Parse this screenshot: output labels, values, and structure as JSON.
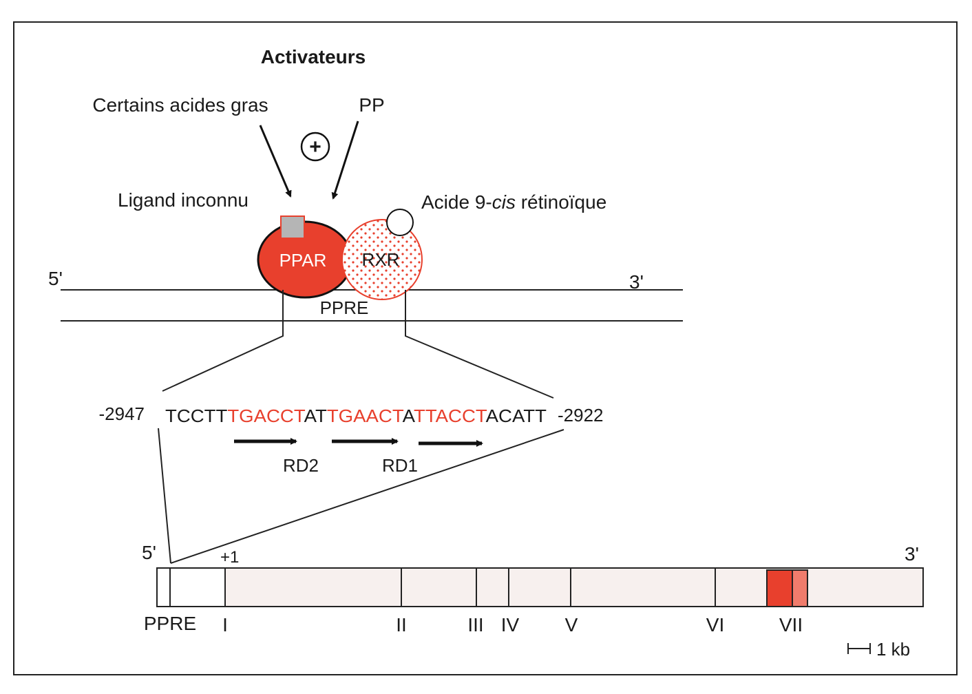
{
  "title": "Activateurs",
  "activators": {
    "fatty_acids": "Certains acides gras",
    "pp": "PP",
    "plus": "+"
  },
  "ligands": {
    "unknown": "Ligand inconnu",
    "retinoic_prefix": "Acide 9-",
    "retinoic_italic": "cis",
    "retinoic_suffix": " rétinoïque"
  },
  "receptors": {
    "ppar": "PPAR",
    "rxr": "RXR"
  },
  "dna": {
    "five_prime": "5'",
    "three_prime": "3'",
    "element": "PPRE"
  },
  "sequence": {
    "start_pos": "-2947",
    "end_pos": "-2922",
    "segments": [
      {
        "text": "TCCTT",
        "highlight": false
      },
      {
        "text": "TGACCT",
        "highlight": true
      },
      {
        "text": "AT",
        "highlight": false
      },
      {
        "text": "TGAACT",
        "highlight": true
      },
      {
        "text": "A",
        "highlight": false
      },
      {
        "text": "TTACCT",
        "highlight": true
      },
      {
        "text": "ACATT",
        "highlight": false
      }
    ],
    "repeat_labels": [
      "RD2",
      "RD1"
    ]
  },
  "gene": {
    "five_prime": "5'",
    "three_prime": "3'",
    "tss": "+1",
    "promoter_label": "PPRE",
    "exons": [
      "I",
      "II",
      "III",
      "IV",
      "V",
      "VI",
      "VII"
    ],
    "scale_label": "1 kb"
  },
  "colors": {
    "accent_red": "#e8402d",
    "light_red": "#f07c6c",
    "gene_fill": "#f7f0ee",
    "ligand_grey": "#b5b5b5"
  }
}
